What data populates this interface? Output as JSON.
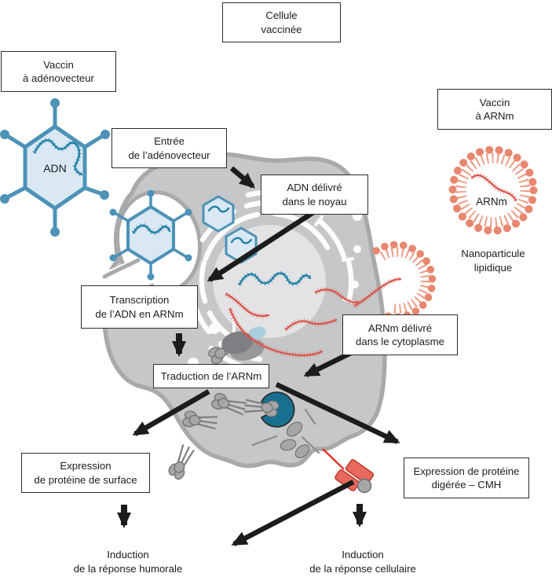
{
  "figure": {
    "boxes": {
      "cell": "Cellule\nvaccinée",
      "adeno_vaccine": "Vaccin\nà adénovecteur",
      "mrna_vaccine": "Vaccin\nà ARNm",
      "entry": "Entrée\nde l’adénovecteur",
      "dna_delivered": "ADN délivré\ndans le noyau",
      "transcription": "Transcription\nde l’ADN en ARNm",
      "mrna_delivered": "ARNm délivré\ndans le cytoplasme",
      "translation": "Traduction de l’ARNm",
      "surface_protein": "Expression\nde protéine de surface",
      "digested_protein": "Expression de protéine\ndigérée – CMH"
    },
    "captions": {
      "nanoparticle": "Nanoparticule\nlipidique",
      "humoral": "Induction\nde la réponse humorale",
      "cellular": "Induction\nde la réponse cellulaire"
    },
    "particle_labels": {
      "adn": "ADN",
      "arnm": "ARNm"
    },
    "colors": {
      "adenovirus_blue": "#4d92b7",
      "adenovirus_fill": "#d9e8f2",
      "dna_blue": "#1f7fa5",
      "mrna_red": "#d9544a",
      "lipid_head": "#e8876f",
      "lipid_tail": "#eb9b84",
      "cell_fill": "#c6c7c9",
      "membrane_gray": "#a8a9ab",
      "nucleus_fill": "#e3e3e5",
      "proteasome_teal": "#17708f",
      "mhc_red": "#e8695e",
      "protein_gray": "#a5a6a8",
      "arrow_black": "#1c1c1c"
    }
  }
}
